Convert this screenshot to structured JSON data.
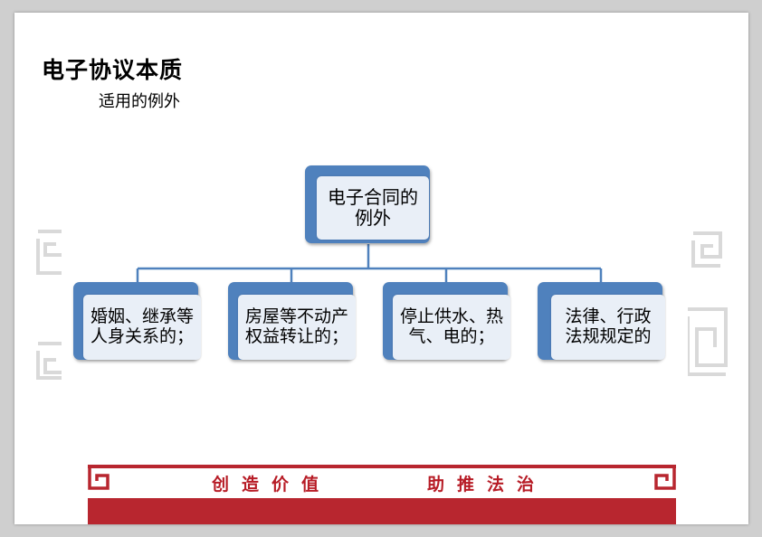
{
  "slide": {
    "title": "电子协议本质",
    "subtitle": "适用的例外"
  },
  "diagram": {
    "root": {
      "label": "电子合同的例外",
      "line1": "电子合同的",
      "line2": "例外"
    },
    "children": [
      {
        "line1": "婚姻、继承等",
        "line2": "人身关系的；"
      },
      {
        "line1": "房屋等不动产",
        "line2": "权益转让的；"
      },
      {
        "line1": "停止供水、热",
        "line2": "气、电的；"
      },
      {
        "line1": "法律、行政",
        "line2": "法规规定的"
      }
    ]
  },
  "footer": {
    "slogan_left": "创造价值",
    "slogan_right": "助推法治"
  },
  "colors": {
    "node_accent": "#4f81bd",
    "node_fill": "#e9eff7",
    "connector": "#4f81bd",
    "footer_red": "#b8262f",
    "decor_gray": "#d9d9d9"
  }
}
